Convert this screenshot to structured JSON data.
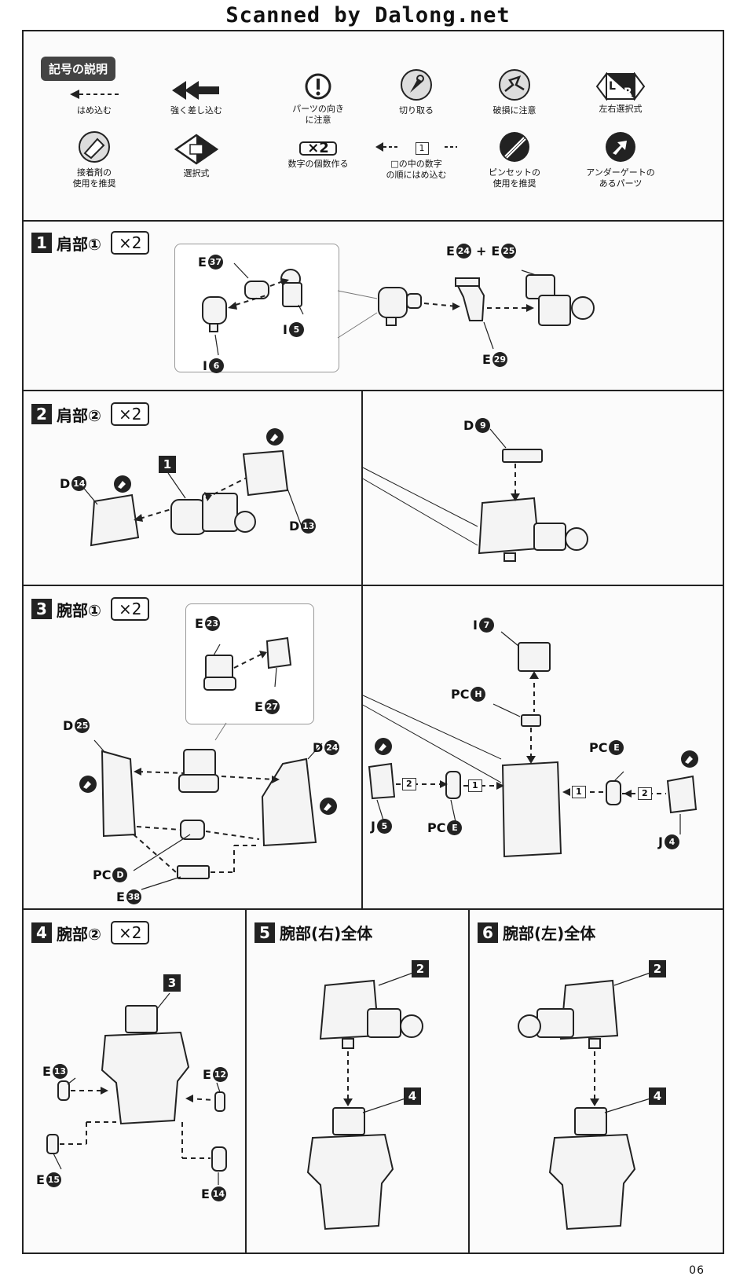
{
  "header": {
    "scan_credit": "Scanned by Dalong.net"
  },
  "legend": {
    "title": "記号の説明",
    "symbols": [
      {
        "label": "はめ込む",
        "icon": "dashed-arrow-icon"
      },
      {
        "label": "強く差し込む",
        "icon": "double-arrow-icon"
      },
      {
        "label": "パーツの向き\nに注意",
        "icon": "exclamation-icon"
      },
      {
        "label": "切り取る",
        "icon": "nipper-icon"
      },
      {
        "label": "破損に注意",
        "icon": "break-warning-icon"
      },
      {
        "label": "左右選択式",
        "icon": "lr-select-icon"
      },
      {
        "label": "接着剤の\n使用を推奨",
        "icon": "glue-icon"
      },
      {
        "label": "選択式",
        "icon": "select-icon"
      },
      {
        "label": "数字の個数作る",
        "icon": "multiply-icon"
      },
      {
        "label": "□の中の数字\nの順にはめ込む",
        "icon": "order-arrow-icon"
      },
      {
        "label": "ピンセットの\n使用を推奨",
        "icon": "tweezers-icon"
      },
      {
        "label": "アンダーゲートの\nあるパーツ",
        "icon": "undergate-icon"
      }
    ],
    "multiply_text": "×2",
    "order_text": "1",
    "lr_text": "L R"
  },
  "steps": [
    {
      "num": "1",
      "title": "肩部①",
      "mult": "×2"
    },
    {
      "num": "2",
      "title": "肩部②",
      "mult": "×2"
    },
    {
      "num": "3",
      "title": "腕部①",
      "mult": "×2"
    },
    {
      "num": "4",
      "title": "腕部②",
      "mult": "×2"
    },
    {
      "num": "5",
      "title": "腕部(右)全体",
      "mult": ""
    },
    {
      "num": "6",
      "title": "腕部(左)全体",
      "mult": ""
    }
  ],
  "parts": {
    "s1": {
      "e37": [
        "E",
        "37"
      ],
      "i5": [
        "I",
        "5"
      ],
      "i6": [
        "I",
        "6"
      ],
      "e24": [
        "E",
        "24"
      ],
      "plus": "+",
      "e25": [
        "E",
        "25"
      ],
      "e29": [
        "E",
        "29"
      ]
    },
    "s2": {
      "d14": [
        "D",
        "14"
      ],
      "ref1": "1",
      "d13": [
        "D",
        "13"
      ],
      "d9": [
        "D",
        "9"
      ]
    },
    "s3": {
      "e23": [
        "E",
        "23"
      ],
      "e27": [
        "E",
        "27"
      ],
      "d25": [
        "D",
        "25"
      ],
      "d24": [
        "D",
        "24"
      ],
      "pcd": [
        "PC",
        "D"
      ],
      "e38": [
        "E",
        "38"
      ],
      "i7": [
        "I",
        "7"
      ],
      "pch": [
        "PC",
        "H"
      ],
      "pce1": [
        "PC",
        "E"
      ],
      "pce2": [
        "PC",
        "E"
      ],
      "j5": [
        "J",
        "5"
      ],
      "j4": [
        "J",
        "4"
      ],
      "o1": "1",
      "o2": "2",
      "o3": "1",
      "o4": "2"
    },
    "s4": {
      "ref3": "3",
      "e13": [
        "E",
        "13"
      ],
      "e12": [
        "E",
        "12"
      ],
      "e15": [
        "E",
        "15"
      ],
      "e14": [
        "E",
        "14"
      ]
    },
    "s5": {
      "ref2": "2",
      "ref4": "4"
    },
    "s6": {
      "ref2": "2",
      "ref4": "4"
    }
  },
  "footer": {
    "page_number": "06"
  },
  "colors": {
    "ink": "#222222",
    "part_fill": "#f4f4f4",
    "ghost": "#e2e2e2"
  }
}
